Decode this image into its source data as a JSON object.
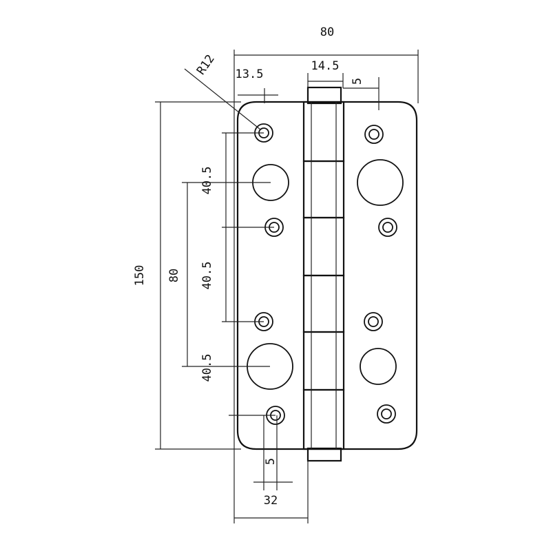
{
  "dimensions": {
    "overall_width": "80",
    "knuckle_width": "14.5",
    "leaf_gap": "5",
    "corner_radius": "R12",
    "edge_offset_top": "13.5",
    "overall_height": "150",
    "outer_hole_span": "80",
    "hole_spacing_upper": "40.5",
    "hole_spacing_middle": "40.5",
    "hole_spacing_lower": "40.5",
    "edge_offset_bottom": "5",
    "leaf_width": "32"
  },
  "colors": {
    "line": "#111111",
    "background": "#ffffff"
  }
}
